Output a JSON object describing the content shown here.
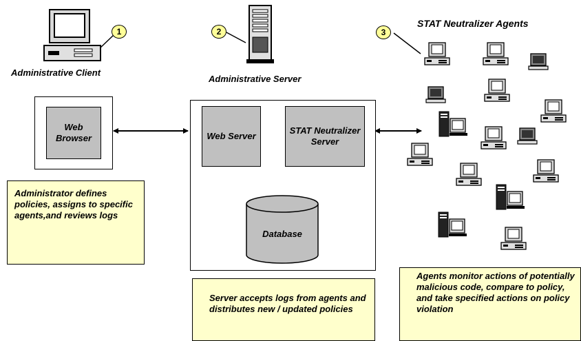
{
  "client": {
    "number": "1",
    "title": "Administrative Client",
    "browser_label": "Web Browser",
    "note": "Administrator defines policies, assigns to specific agents,and reviews logs"
  },
  "server": {
    "number": "2",
    "title": "Administrative Server",
    "web_server_label": "Web Server",
    "neutralizer_label": "STAT Neutralizer Server",
    "database_label": "Database",
    "note": "Server accepts logs from agents and distributes new / updated policies"
  },
  "agents": {
    "number": "3",
    "title": "STAT Neutralizer Agents",
    "note": "Agents monitor actions of potentially malicious code, compare to policy, and take specified actions on policy violation"
  },
  "icons": [
    "desktop-computer-icon",
    "tower-server-icon",
    "laptop-icon",
    "tower-workstation-icon",
    "double-arrow-icon",
    "database-cylinder-icon"
  ],
  "colors": {
    "box_grey": "#c0c0c0",
    "note_yellow": "#ffffcc",
    "badge_yellow": "#ffff99"
  }
}
